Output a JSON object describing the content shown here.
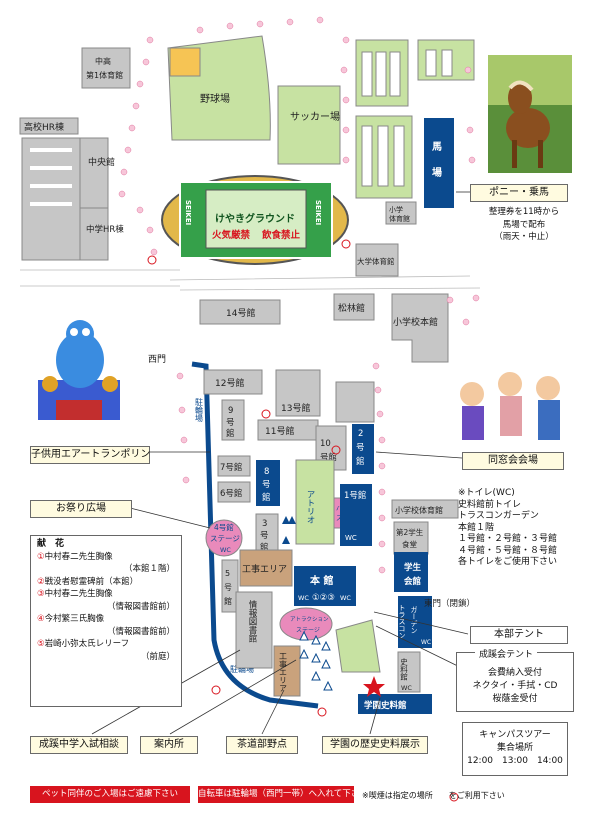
{
  "map": {
    "facilities": {
      "chuko_gym": "中高\n第1体育館",
      "baseball": "野球場",
      "soccer": "サッカー場",
      "koko_hr": "高校HR棟",
      "chuo": "中央館",
      "chugaku_hr": "中学HR棟",
      "keyaki": "けやきグラウンド",
      "keyaki_note1": "火気厳禁",
      "keyaki_note2": "飲食禁止",
      "seikei": "SEIKEI",
      "uma": "馬場",
      "shogakko_gym": "小学\n体育館",
      "daigaku_gym": "大学体育館",
      "b14": "14号館",
      "shorin": "松林館",
      "shogakko_honkan": "小学校本館",
      "nishimon": "西門",
      "b12": "12号館",
      "b13": "13号館",
      "b9": "9号館",
      "b11": "11号館",
      "b10": "10号館",
      "b2": "2号館",
      "chirin": "駐輪場",
      "b7": "7号館",
      "b8": "8号館",
      "b6": "6号館",
      "atorio": "アトリオ",
      "band": "バンド\nステージ",
      "b1": "1号館",
      "shogakko_shokudo": "小学校体育館",
      "dai2_shokudo": "第2学生\n食堂",
      "gakusei_kaikan": "学生会館",
      "b4_stage": "4号館\nステージ",
      "b3": "3号館",
      "koji1": "工事エリア",
      "b5": "5号館",
      "honkan": "本 館",
      "honkan_nums": "①②③",
      "attraction": "アトラクション\nステージ",
      "joho": "情報図書館",
      "koji2": "工事エリア",
      "torasukon": "トラスコン\nガーデン",
      "shiryokan": "史料館",
      "gakuen_shiryokan": "学園史料館",
      "higashimon": "東門（閉鎖）",
      "wc": "WC"
    },
    "callouts": {
      "pony": "ポニー・乗馬",
      "pony_note": "整理券を11時から\n馬場で配布\n（雨天・中止）",
      "doso": "同窓会会場",
      "trampoline": "子供用エアートランポリン",
      "omatsuri": "お祭り広場",
      "honbu": "本部テント",
      "seirukai": "成蹊会テント",
      "seirukai_items": "会費納入受付\nネクタイ・手拭・CD\n桜蔭金受付",
      "nyushi": "成蹊中学入試相談",
      "annaisho": "案内所",
      "sado": "茶道部野点",
      "rekishi": "学園の歴史史料展示",
      "tour_title": "キャンパスツアー\n集合場所",
      "tour_times": "12:00　13:00　14:00"
    },
    "toilets": {
      "title": "※トイレ(WC)",
      "lines": [
        "史料館前トイレ",
        "トラスコンガーデン",
        "本館１階",
        "１号館・２号館・３号館",
        "４号館・５号館・８号館",
        "各トイレをご使用下さい"
      ]
    },
    "kenka": {
      "title": "献　花",
      "items": [
        {
          "no": "①",
          "name": "中村春二先生胸像",
          "place": "（本館１階）"
        },
        {
          "no": "②",
          "name": "戦没者慰霊碑前（本館）",
          "place": ""
        },
        {
          "no": "③",
          "name": "中村春二先生胸像",
          "place": "（情報図書館前）"
        },
        {
          "no": "④",
          "name": "今村繁三氏胸像",
          "place": "（情報図書館前）"
        },
        {
          "no": "⑤",
          "name": "岩崎小弥太氏レリーフ",
          "place": "（前庭）"
        }
      ]
    },
    "footer": {
      "pets": "ペット同伴のご入場はご遠慮下さい",
      "bikes": "自転車は駐輪場（西門一帯）へ入れて下さい",
      "smoking": "※喫煙は指定の場所　　をご利用下さい"
    },
    "colors": {
      "navy": "#0b4a8e",
      "green": "#c7e2a2",
      "gray": "#c6c6c6",
      "pink": "#e98abb",
      "tan": "#c9a27c",
      "red": "#d8141e",
      "callout": "#fffbe0"
    },
    "icons": [
      "cherry-blossom-icon",
      "no-smoking-icon",
      "star-icon",
      "pony-photo",
      "bouncy-castle-illustration",
      "alumni-people-illustration"
    ]
  }
}
